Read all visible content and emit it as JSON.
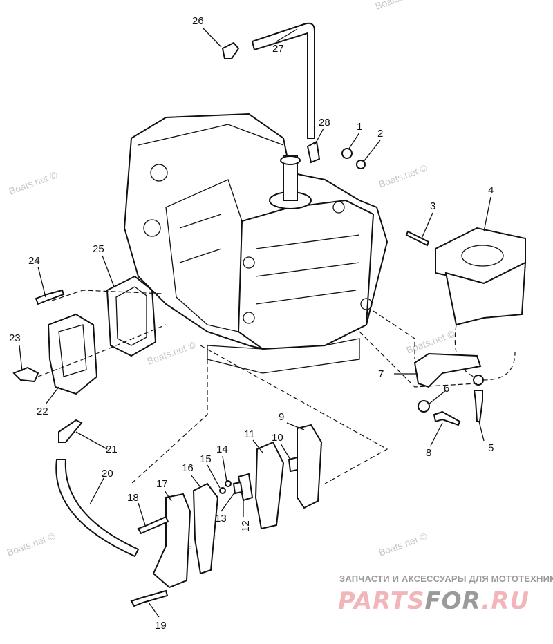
{
  "watermark": "Boats.net ©",
  "callouts": [
    "1",
    "2",
    "3",
    "4",
    "5",
    "6",
    "7",
    "8",
    "9",
    "10",
    "11",
    "12",
    "13",
    "14",
    "15",
    "16",
    "17",
    "18",
    "19",
    "20",
    "21",
    "22",
    "23",
    "24",
    "25",
    "26",
    "27",
    "28"
  ],
  "logo": {
    "tagline": "ЗАПЧАСТИ И АКСЕССУАРЫ ДЛЯ МОТОТЕХНИКИ",
    "part1": "PARTS",
    "part2": "FOR",
    "part3": ".RU",
    "colors": {
      "pink": "#f2b6ba",
      "gray": "#9a9a9a"
    }
  }
}
